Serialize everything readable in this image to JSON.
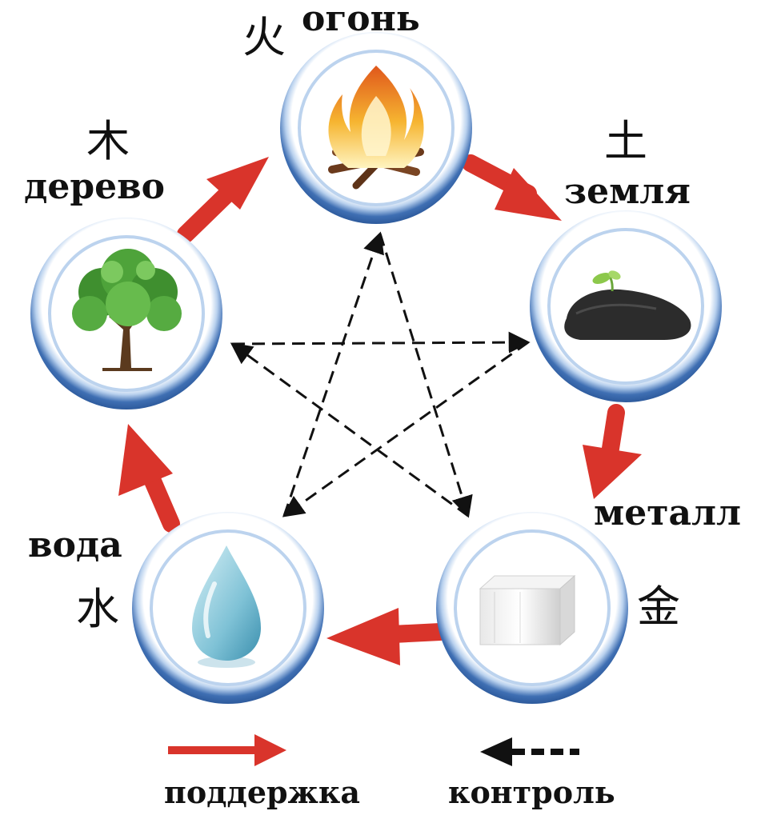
{
  "elements": {
    "fire": {
      "name": "огонь",
      "glyph": "火"
    },
    "earth": {
      "name": "земля",
      "glyph": "土"
    },
    "metal": {
      "name": "металл",
      "glyph": "金"
    },
    "water": {
      "name": "вода",
      "glyph": "水"
    },
    "wood": {
      "name": "дерево",
      "glyph": "木"
    }
  },
  "legend": {
    "support": "поддержка",
    "control": "контроль"
  },
  "colors": {
    "support_arrow": "#d9342b",
    "control_arrow": "#111111",
    "ring_outer": "#4a78b8",
    "ring_inner": "#cfe0f4"
  }
}
